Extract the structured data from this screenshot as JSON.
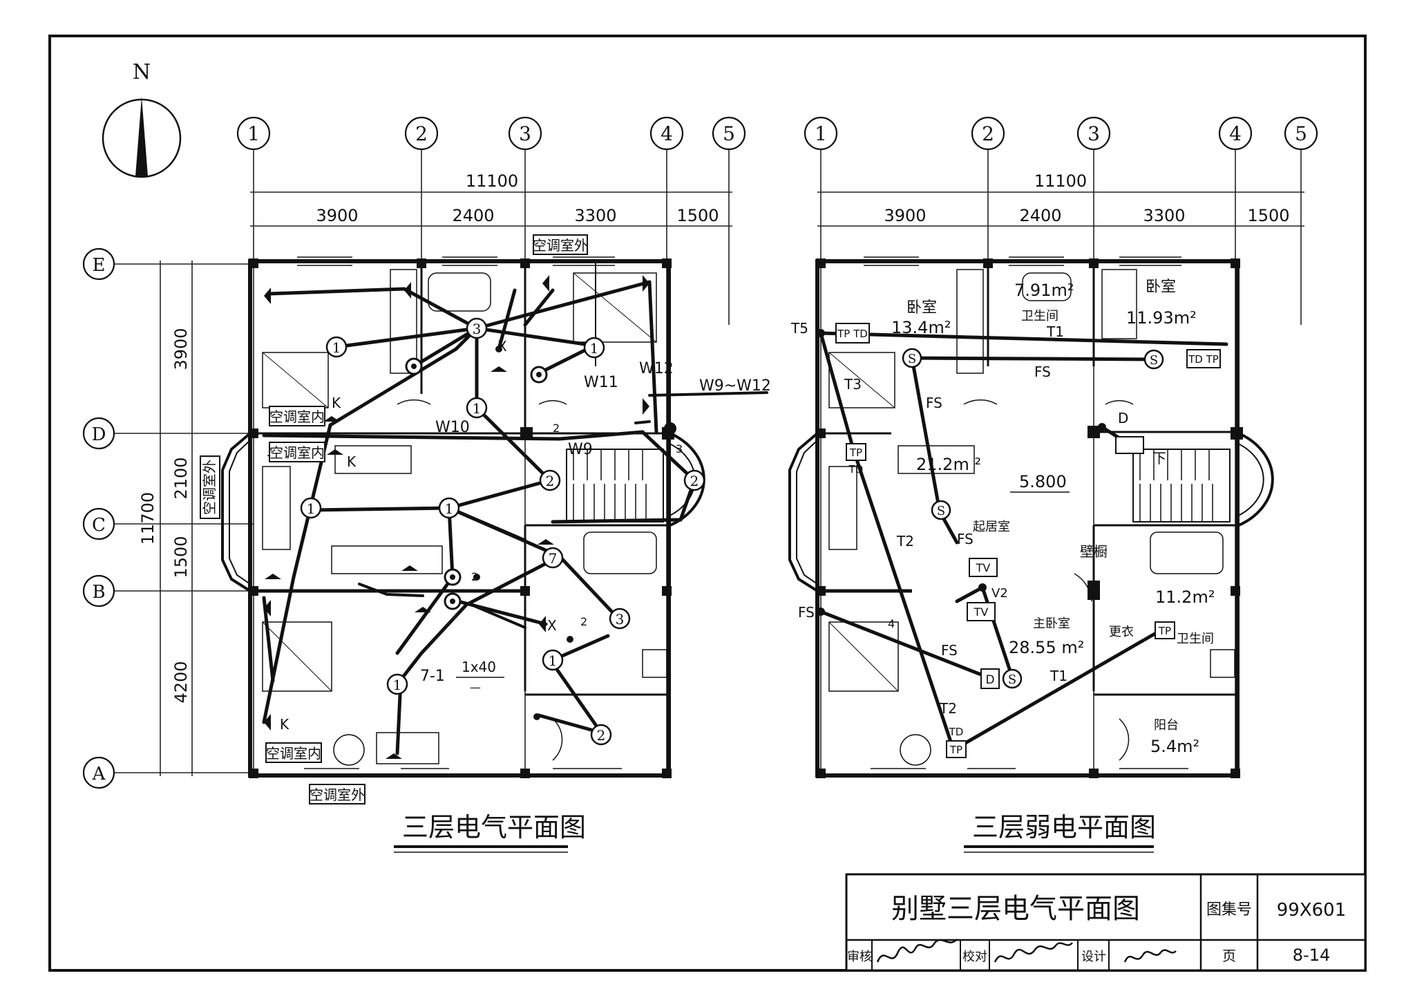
{
  "north": "N",
  "left_plan": {
    "title": "三层电气平面图",
    "axes_x": [
      "1",
      "2",
      "3",
      "4",
      "5"
    ],
    "axes_y": [
      "E",
      "D",
      "C",
      "B",
      "A"
    ],
    "dim_total": "11100",
    "dims_x": [
      "3900",
      "2400",
      "3300",
      "1500"
    ],
    "dim_total_y": "11700",
    "dims_y": [
      "3900",
      "2100",
      "1500",
      "4200"
    ],
    "labels": {
      "ac_outside_top": "空调室外",
      "ac_outside_bottom": "空调室外",
      "ac_outside_side": "空调室外",
      "ac_inside_1": "空调室内",
      "ac_inside_2": "空调室内",
      "ac_inside_3": "空调室内",
      "circuit_w9_w12": "W9~W12",
      "circuit_w10": "W10",
      "circuit_w11": "W11",
      "circuit_w12": "W12",
      "circuit_w9": "W9",
      "lamp_spec_prefix": "7-1",
      "lamp_spec_top": "1x40",
      "lamp_spec_bottom": "—",
      "k1": "K",
      "k2": "K",
      "k3": "K",
      "x1": "X",
      "x2": "X",
      "n2a": "2",
      "n2b": "2",
      "n2c": "2",
      "n3": "3"
    }
  },
  "right_plan": {
    "title": "三层弱电平面图",
    "axes_x": [
      "1",
      "2",
      "3",
      "4",
      "5"
    ],
    "dim_total": "11100",
    "dims_x": [
      "3900",
      "2400",
      "3300",
      "1500"
    ],
    "labels": {
      "bedroom_nw": "卧室",
      "bedroom_nw_area": "13.4m²",
      "bath_n_area": "7.91m²",
      "bath_n": "卫生间",
      "bedroom_ne": "卧室",
      "bedroom_ne_area": "11.93m²",
      "living_area": "21.2m ²",
      "living": "起居室",
      "elevation": "5.800",
      "closet": "壁橱",
      "master": "主卧室",
      "master_area": "28.55 m²",
      "dress": "更衣",
      "bath_se_area": "11.2m²",
      "bath_se": "卫生间",
      "balcony": "阳台",
      "balcony_area": "5.4m²",
      "t5": "T5",
      "t3": "T3",
      "t2a": "T2",
      "t2b": "T2",
      "t1a": "T1",
      "t1b": "T1",
      "fs1": "FS",
      "fs2": "FS",
      "fs3": "FS",
      "fs4": "FS",
      "fs5": "FS",
      "d_label": "D",
      "down": "下",
      "v2": "V2",
      "n4": "4",
      "tp_td_1": "TP TD",
      "td_tp_2": "TD TP",
      "tp_3": "TP",
      "td_3": "TD",
      "td_4": "TD",
      "tp_4": "TP",
      "tp_5": "TP",
      "tv1": "TV",
      "tv2": "TV",
      "d_box": "D"
    }
  },
  "title_block": {
    "drawing_title": "别墅三层电气平面图",
    "atlas_label": "图集号",
    "atlas_no": "99X601",
    "review_label": "审核",
    "check_label": "校对",
    "design_label": "设计",
    "page_label": "页",
    "page_no": "8-14"
  }
}
